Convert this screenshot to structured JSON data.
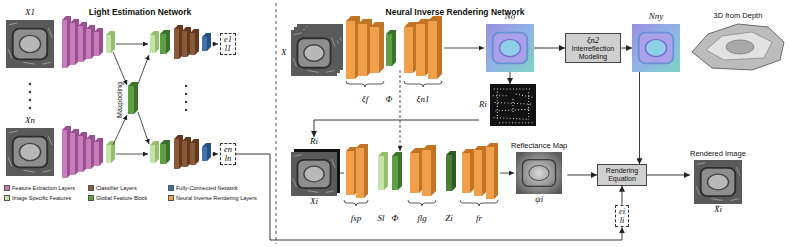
{
  "diagram": {
    "nodes": [
      {
        "text": [
          "X1"
        ]
      },
      {
        "text": [
          "Xn"
        ]
      },
      {
        "text": [
          "e1",
          "l1"
        ]
      },
      {
        "text": [
          "en",
          "ln"
        ]
      },
      {
        "text": [
          "X"
        ]
      },
      {
        "text": [
          "No"
        ]
      },
      {
        "text": [
          "ξn2",
          "Interreflection Modeling"
        ]
      },
      {
        "text": [
          "Nny"
        ]
      },
      {
        "text": [
          "3D from Depth"
        ]
      },
      {
        "text": [
          "Ri"
        ]
      },
      {
        "text": [
          "Ri",
          "Xi"
        ]
      },
      {
        "text": [
          "Reflectance Map",
          "ψi"
        ]
      },
      {
        "text": [
          "Rendering Equation"
        ]
      },
      {
        "text": [
          "ei",
          "li"
        ]
      },
      {
        "text": [
          "Rendered Image",
          "X̃i"
        ]
      }
    ],
    "edges": [
      {
        "from": 3,
        "to": 13,
        "arrow": "to"
      },
      {
        "from": 5,
        "to": 6,
        "arrow": "to"
      },
      {
        "from": 6,
        "to": 7,
        "arrow": "to"
      },
      {
        "from": 5,
        "to": 9,
        "arrow": "to"
      },
      {
        "from": 9,
        "to": 10,
        "arrow": "to"
      },
      {
        "from": 7,
        "to": 12,
        "arrow": "to"
      },
      {
        "from": 11,
        "to": 12,
        "arrow": "to"
      },
      {
        "from": 13,
        "to": 12,
        "arrow": "to"
      },
      {
        "from": 12,
        "to": 14,
        "arrow": "to"
      }
    ],
    "labels": [
      "Light Estimation Network",
      "Maxpooling",
      "Neural Inverse Rendering Network",
      "ξf",
      "Φ",
      "ξn1",
      "fsp",
      "Sl",
      "Φ",
      "flg",
      "Zi",
      "fr"
    ],
    "legend": [
      {
        "text": "Feature Extraction Layers",
        "color": "#c77dbb"
      },
      {
        "text": "Classifier Layers",
        "color": "#8c5a3a"
      },
      {
        "text": "Fully-Connected Network",
        "color": "#3f72b0"
      },
      {
        "text": "Image Specific Features",
        "color": "#c5e3a6"
      },
      {
        "text": "Global Feature Block",
        "color": "#5e9e45"
      },
      {
        "text": "Neural Inverse Rendering Layers",
        "color": "#f0a04b"
      }
    ]
  }
}
